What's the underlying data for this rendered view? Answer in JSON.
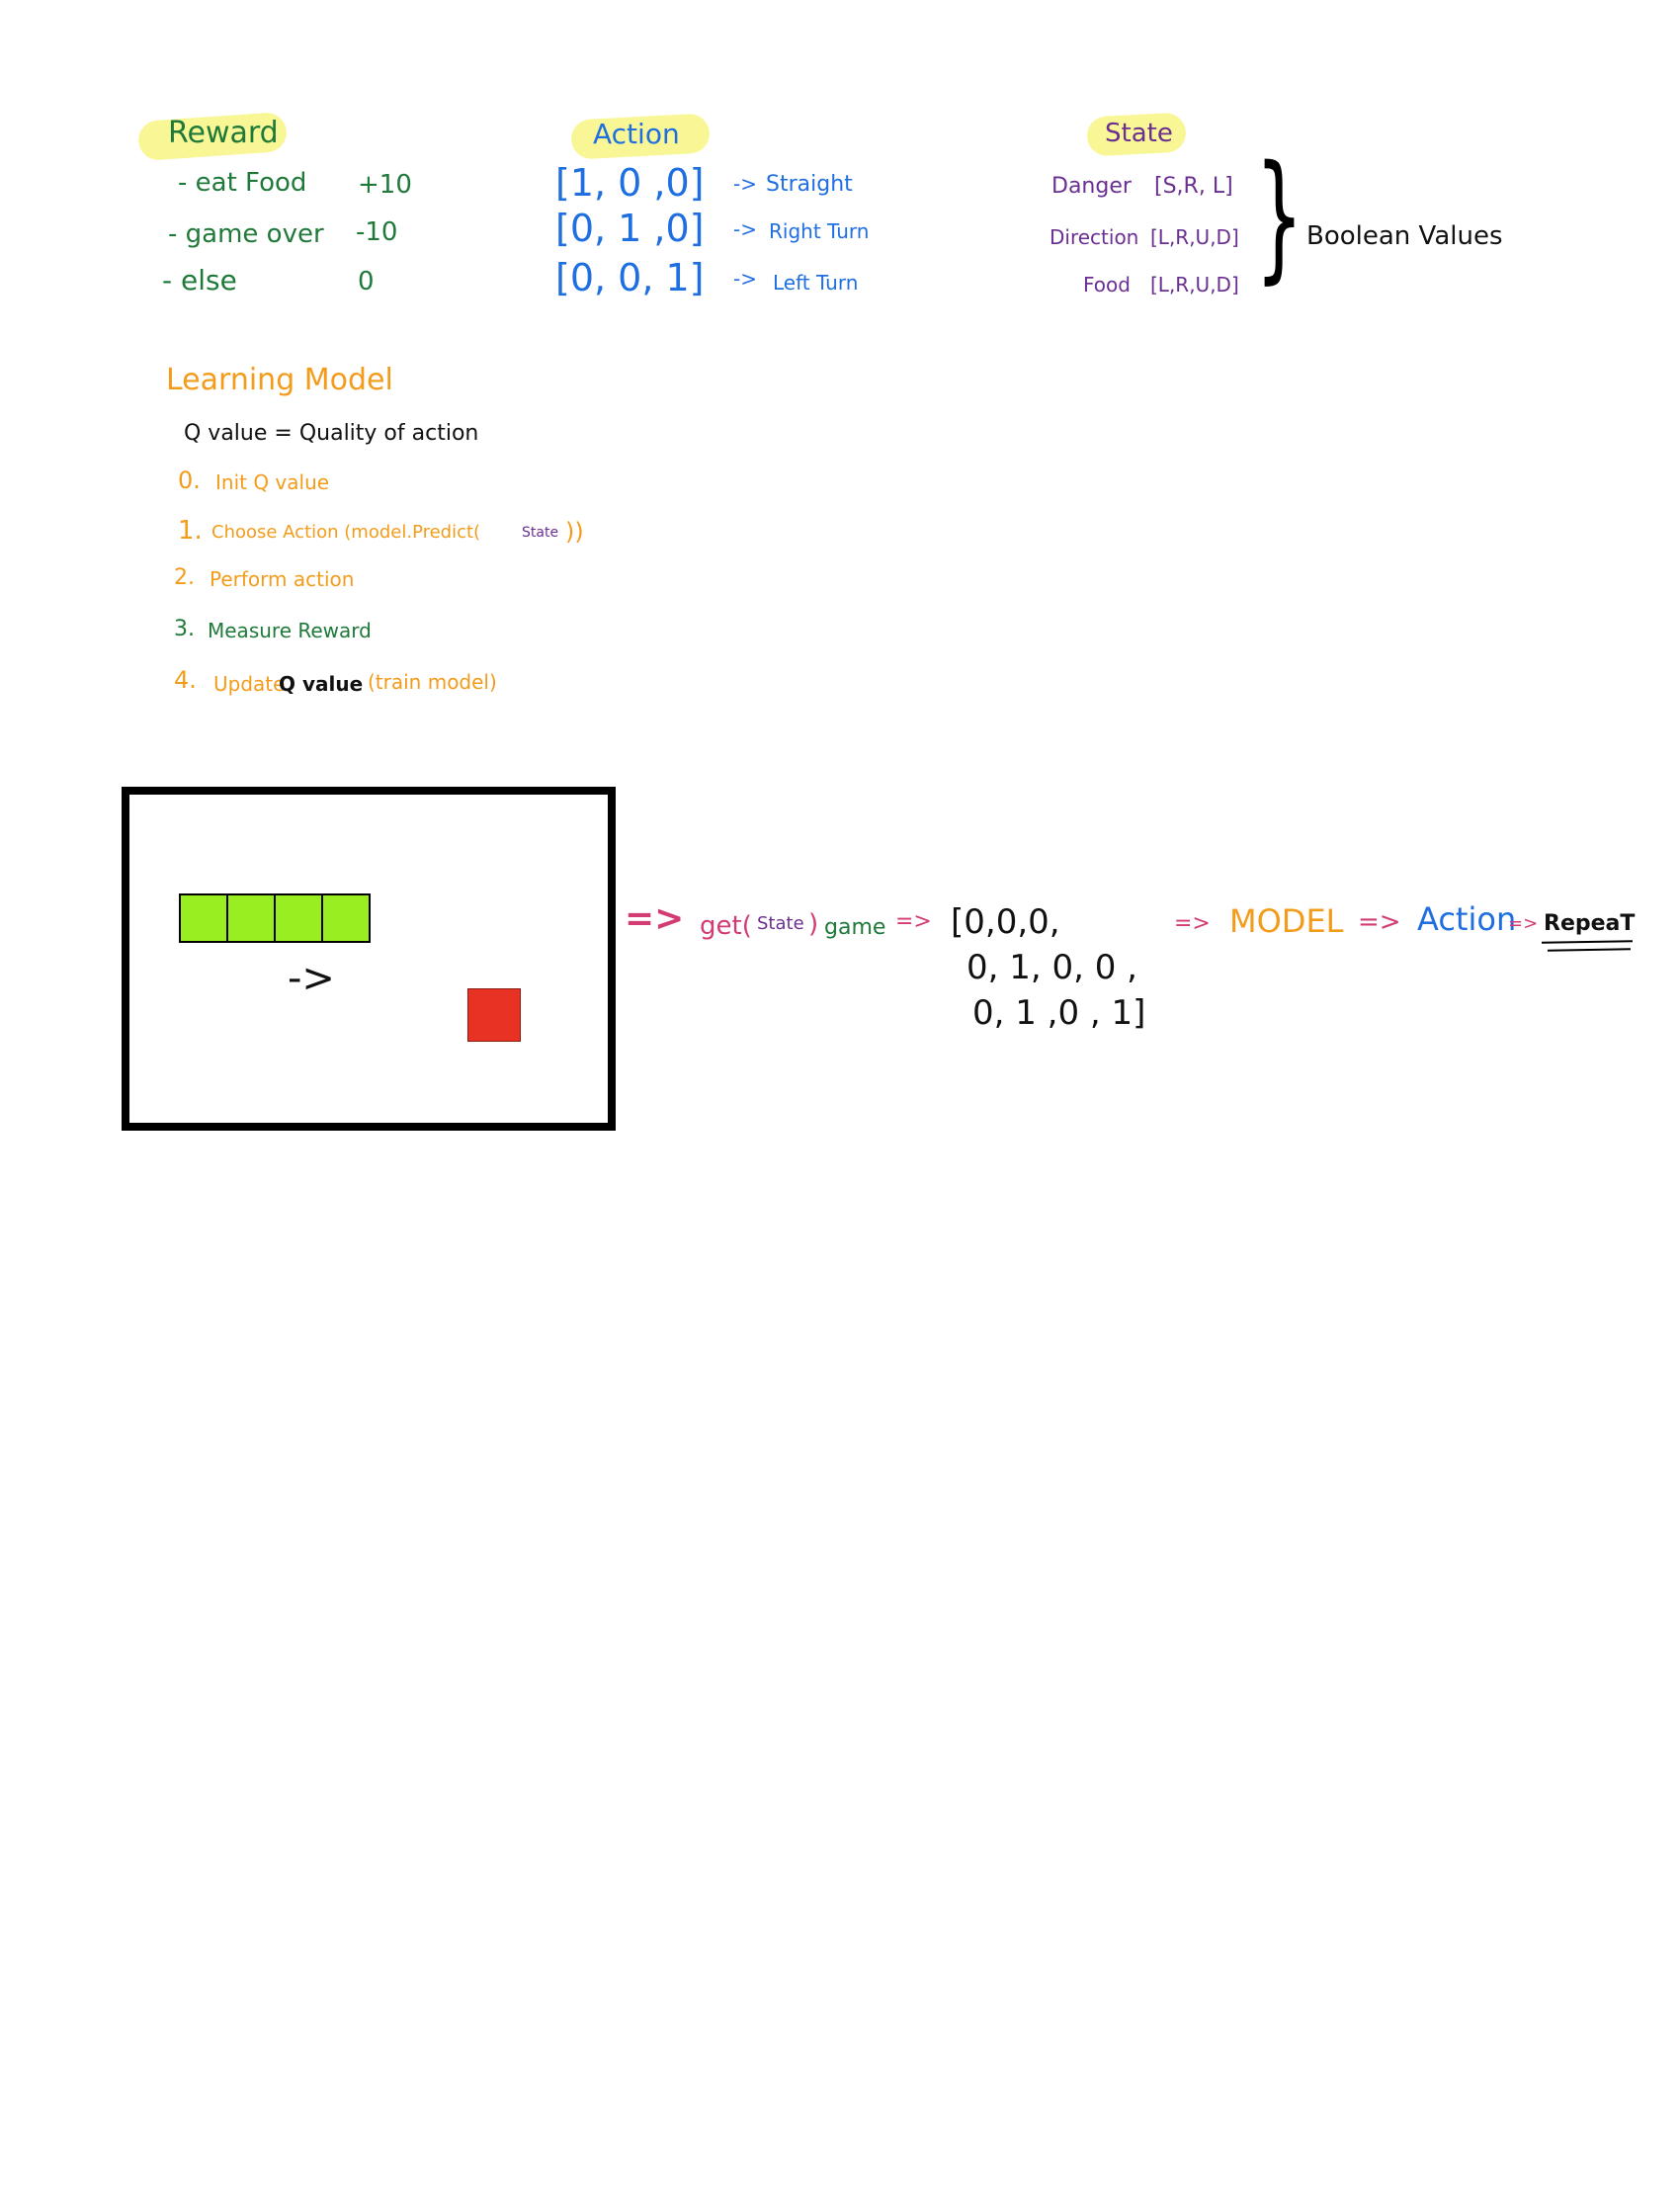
{
  "reward": {
    "title": "Reward",
    "rows": [
      {
        "label": "- eat Food",
        "value": "+10"
      },
      {
        "label": "- game over",
        "value": "-10"
      },
      {
        "label": "- else",
        "value": "0"
      }
    ]
  },
  "action": {
    "title": "Action",
    "rows": [
      {
        "vector": "[1, 0 ,0]",
        "arrow": "->",
        "label": "Straight"
      },
      {
        "vector": "[0, 1 ,0]",
        "arrow": "->",
        "label": "Right Turn"
      },
      {
        "vector": "[0, 0, 1]",
        "arrow": "->",
        "label": "Left Turn"
      }
    ]
  },
  "state": {
    "title": "State",
    "rows": [
      {
        "label": "Danger",
        "values": "[S,R, L]"
      },
      {
        "label": "Direction",
        "values": "[L,R,U,D]"
      },
      {
        "label": "Food",
        "values": "[L,R,U,D]"
      }
    ],
    "brace_label": "Boolean Values"
  },
  "learning": {
    "title": "Learning Model",
    "q_def": "Q value = Quality of action",
    "steps": [
      {
        "num": "0.",
        "text": "Init Q value"
      },
      {
        "num": "1.",
        "text": "Choose Action (model.Predict(",
        "extra": "State",
        "end": "))"
      },
      {
        "num": "2.",
        "text": "Perform action"
      },
      {
        "num": "3.",
        "text": "Measure Reward"
      },
      {
        "num": "4.",
        "text": "Update",
        "mid": "Q value",
        "end": "(train model)"
      }
    ]
  },
  "game": {
    "direction_arrow": "->",
    "snake_length": 4
  },
  "flow": {
    "arrow1": "=>",
    "get": "get(",
    "get_state": "State",
    "get_close": ")",
    "get_game": "game",
    "arrow2": "=>",
    "state_line1": "[0,0,0,",
    "state_line2": "0, 1, 0, 0 ,",
    "state_line3": "0, 1 ,0 , 1]",
    "arrow3": "=>",
    "model": "MODEL",
    "arrow4": "=>",
    "action": "Action",
    "arrow5": "=>",
    "repeat": "RepeaT"
  }
}
